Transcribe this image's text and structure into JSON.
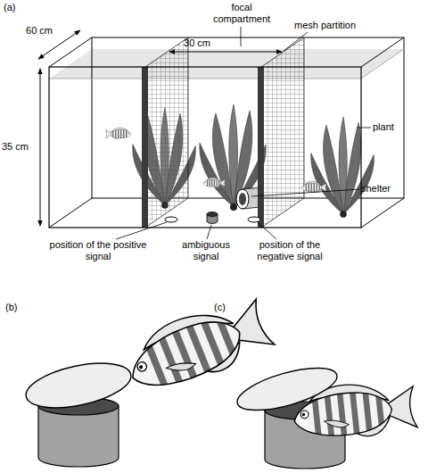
{
  "diagram": {
    "labels": [
      "(a)",
      "focal compartment",
      "60 cm",
      "30 cm",
      "mesh partition",
      "35 cm",
      "plant",
      "shelter",
      "position of the positive signal",
      "ambiguous signal",
      "position of the negative signal",
      "(b)",
      "(c)"
    ]
  }
}
